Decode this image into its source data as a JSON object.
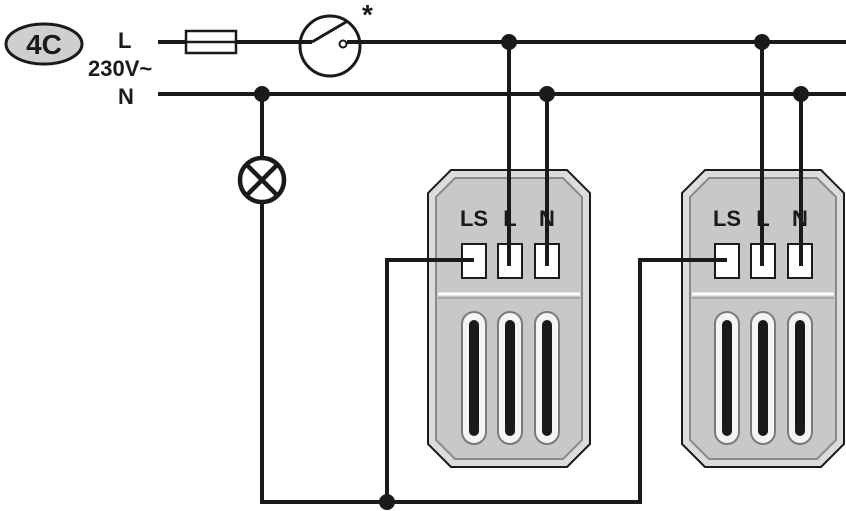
{
  "badge": {
    "text": "4C"
  },
  "supply": {
    "line_label": "L",
    "voltage_label": "230V~",
    "neutral_label": "N"
  },
  "switch_mark": "*",
  "devices": [
    {
      "terminals": [
        "LS",
        "L",
        "N"
      ]
    },
    {
      "terminals": [
        "LS",
        "L",
        "N"
      ]
    }
  ],
  "colors": {
    "wire": "#1a1a1a",
    "device_body": "#dcdcdc",
    "badge_fill": "#cfcfcf"
  }
}
